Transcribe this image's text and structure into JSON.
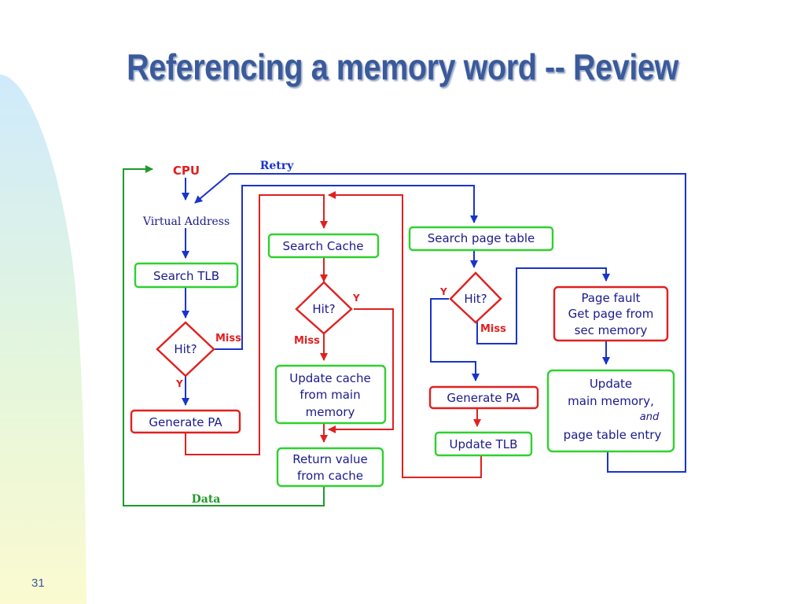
{
  "title": "Referencing a memory word  -- Review",
  "slide_number": "31",
  "colors": {
    "title": "#3a5a9c",
    "box_green": "#2fd12f",
    "box_red": "#e02020",
    "line_blue": "#1a33cc",
    "line_red": "#e02020",
    "line_green": "#1f9a2a",
    "text_navy": "#1a1a8c"
  },
  "diagram": {
    "cpu": "CPU",
    "virtual_address": "Virtual Address",
    "retry": "Retry",
    "data": "Data",
    "search_tlb": "Search TLB",
    "hit_tlb": "Hit?",
    "miss_tlb": "Miss",
    "y_tlb": "Y",
    "generate_pa_1": "Generate PA",
    "search_cache": "Search Cache",
    "hit_cache": "Hit?",
    "y_cache": "Y",
    "miss_cache": "Miss",
    "update_cache": [
      "Update cache",
      "from main",
      "memory"
    ],
    "return_value": [
      "Return value",
      "from cache"
    ],
    "search_page_table": "Search page table",
    "hit_pt": "Hit?",
    "y_pt": "Y",
    "miss_pt": "Miss",
    "generate_pa_2": "Generate PA",
    "update_tlb": "Update TLB",
    "page_fault": [
      "Page fault",
      "Get page from",
      "sec memory"
    ],
    "update_main": {
      "line1": "Update",
      "line2": "main memory,",
      "line3": "and",
      "line4": "page table entry"
    }
  }
}
